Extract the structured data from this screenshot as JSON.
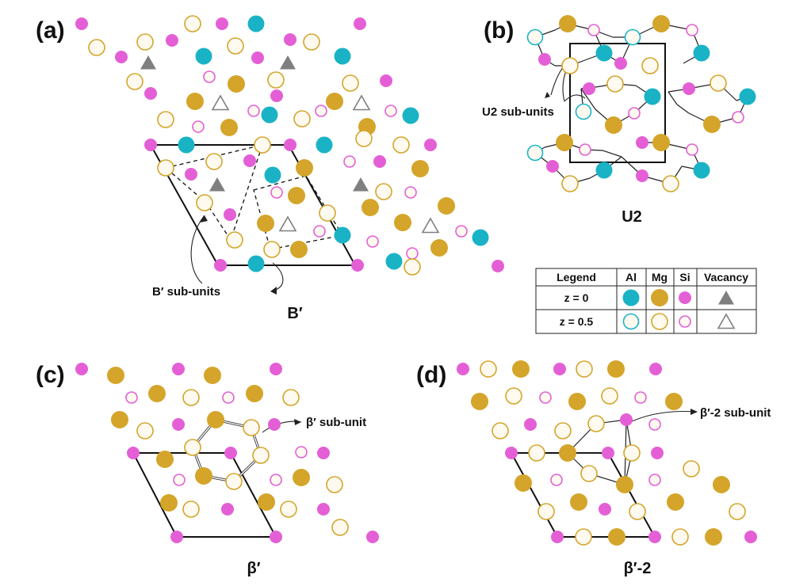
{
  "colors": {
    "Al": "#1ab3c6",
    "Mg": "#d4a52a",
    "Si": "#e45fd6",
    "vacancy": "#7f7f7f",
    "open_fill": "#fefaf0"
  },
  "panels": {
    "a": {
      "label": "(a)",
      "title": "B′",
      "annotation": "B′ sub-units"
    },
    "b": {
      "label": "(b)",
      "title": "U2",
      "annotation": "U2 sub-units"
    },
    "c": {
      "label": "(c)",
      "title": "β′",
      "annotation": "β′ sub-unit"
    },
    "d": {
      "label": "(d)",
      "title": "β′-2",
      "annotation": "β′-2 sub-unit"
    }
  },
  "legend": {
    "header": "Legend",
    "columns": [
      "Al",
      "Mg",
      "Si",
      "Vacancy"
    ],
    "rows": [
      {
        "label": "z = 0",
        "style": "filled"
      },
      {
        "label": "z = 0.5",
        "style": "open"
      }
    ]
  }
}
